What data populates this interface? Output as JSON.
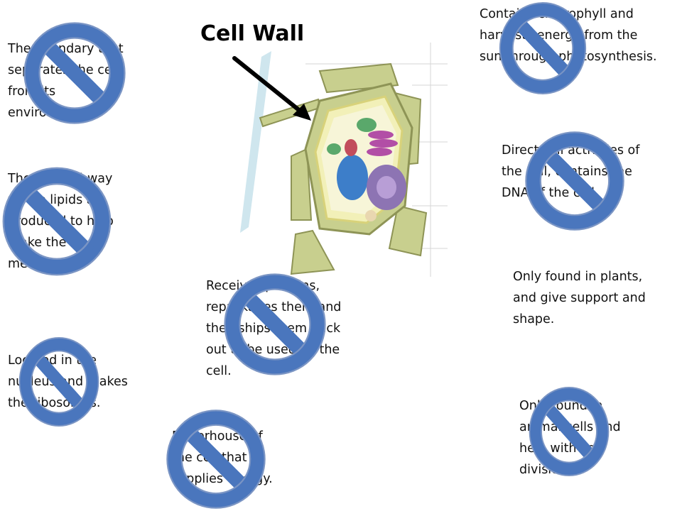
{
  "slide": {
    "title": "Cell Wall"
  },
  "labels": {
    "boundary": "The boundary that separates the cell from its environment.",
    "chloroplast": "Contains chlorophyll and harvests energy from the sun through photosynthesis.",
    "highway": "The cell highway where lipids are produced to help make the membrane.",
    "nucleus": "Directs all activities of the cell, contains the DNA of the cell.",
    "golgi": "Receives proteins, repackages them and then ships them back out to be used by the cell.",
    "cell_wall": "Only found in plants, and give support and shape.",
    "nucleolus": "Located in the nucleus and makes the ribosomes.",
    "centrioles": "Only found in animal cells and help with cell division.",
    "mitochondria": "Powerhouse of the cell that supplies energy."
  },
  "colors": {
    "no_sign_fill": "#4a76bd",
    "no_sign_stroke": "#7b95c4",
    "cell_wall": "#bfc98a",
    "membrane": "#e8e69a"
  },
  "icons": {
    "no_sign": "prohibited-icon",
    "pointer": "arrow-icon"
  }
}
